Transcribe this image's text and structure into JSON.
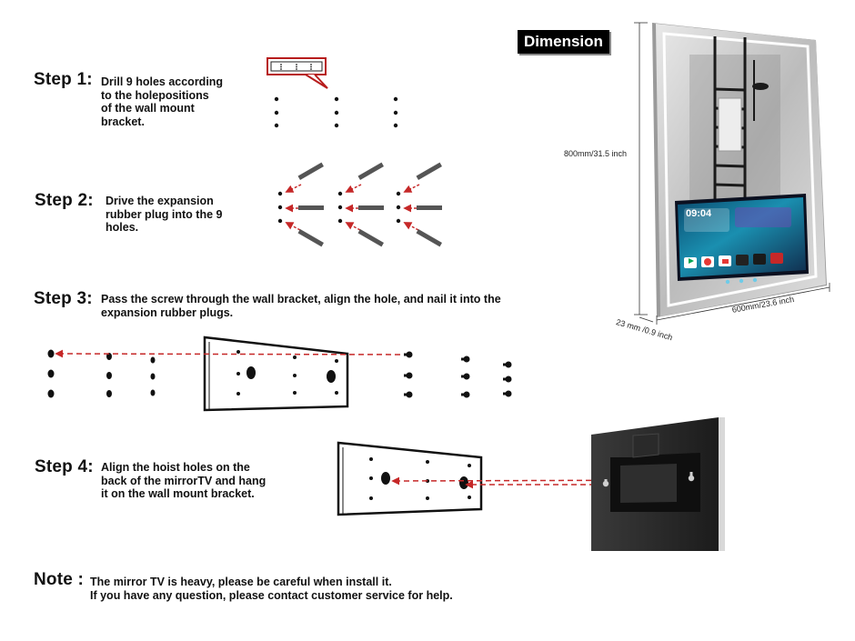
{
  "steps": [
    {
      "label": "Step 1:",
      "text": "Drill 9 holes according\nto the holepositions\nof the wall mount\nbracket."
    },
    {
      "label": "Step 2:",
      "text": "Drive the expansion\nrubber plug into the 9\nholes."
    },
    {
      "label": "Step 3:",
      "text": "Pass the screw through the wall bracket, align the hole, and nail it into the\nexpansion rubber plugs."
    },
    {
      "label": "Step 4:",
      "text": "Align the hoist holes on the\nback of the mirrorTV and hang\nit on the wall mount bracket."
    }
  ],
  "note": {
    "label": "Note :",
    "lines": [
      "The mirror TV is heavy, please be careful when install it.",
      "If you have any question, please contact customer service for help."
    ]
  },
  "dimension": {
    "badge": "Dimension",
    "height": "800mm/31.5 inch",
    "width": "600mm/23.6 inch",
    "depth": "23 mm /0.9 inch"
  },
  "screen": {
    "time": "09:04"
  },
  "colors": {
    "arrow": "#c62828",
    "frame": "#111111"
  }
}
